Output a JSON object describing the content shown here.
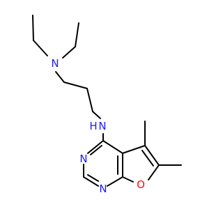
{
  "molecule": {
    "colors": {
      "bond": "#000000",
      "N": "#1a1aff",
      "O": "#ff0d0d",
      "H": "#1a1aff"
    },
    "atoms": {
      "n_amine": "N",
      "n_amine_h": "H",
      "n_diethyl": "N",
      "n_ring1": "N",
      "n_ring3": "N",
      "o_furan": "O"
    }
  }
}
